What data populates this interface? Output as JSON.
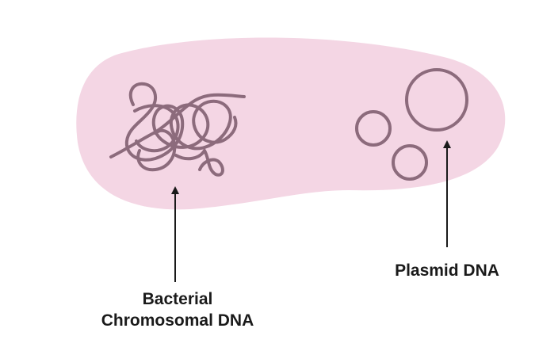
{
  "colors": {
    "cell_fill": "#f4d6e4",
    "dna_stroke": "#8c6b7c",
    "arrow": "#1a1a1a",
    "label_text": "#1a1a1a",
    "background": "#ffffff"
  },
  "labels": {
    "chromosomal_line1": "Bacterial",
    "chromosomal_line2": "Chromosomal DNA",
    "plasmid": "Plasmid DNA"
  }
}
